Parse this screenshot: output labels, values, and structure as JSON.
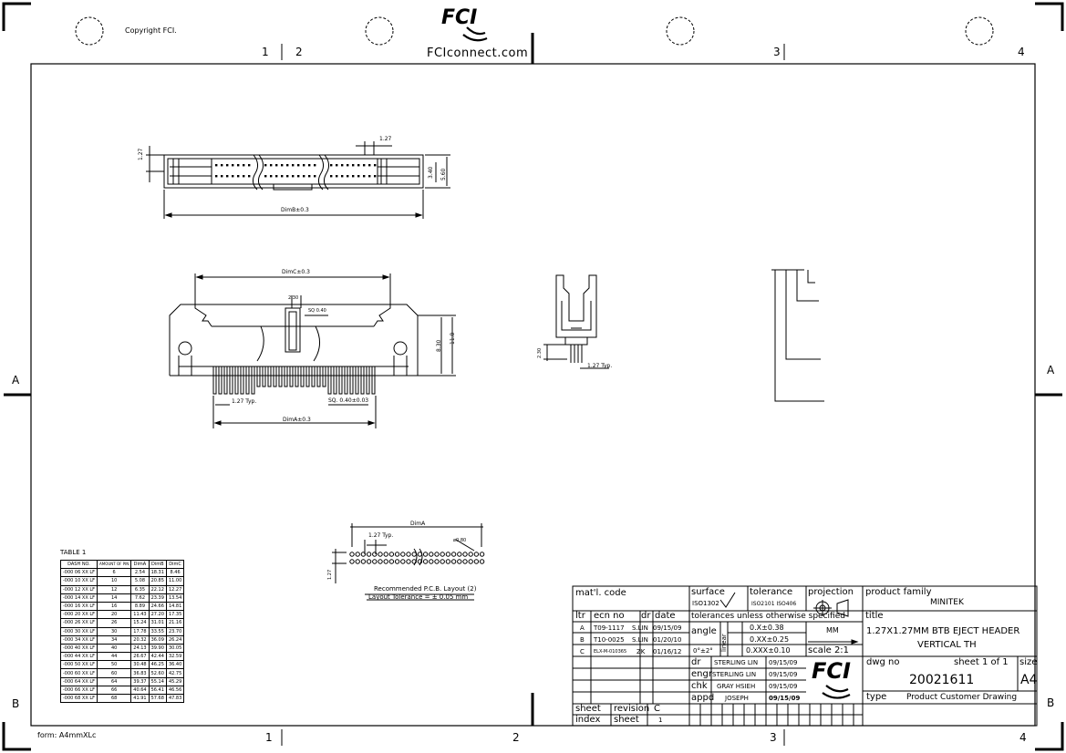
{
  "header": {
    "copyright": "Copyright FCI.",
    "logo_text": "FCI",
    "website": "FCIconnect.com",
    "zone_top": [
      "1",
      "2",
      "3",
      "4"
    ],
    "zone_side_left": [
      "A",
      "B"
    ],
    "zone_side_right": [
      "A",
      "B"
    ],
    "zone_bottom": [
      "1",
      "2",
      "3",
      "4"
    ],
    "form_label": "form: A4mmXLc"
  },
  "top_view": {
    "pitch_left": "1.27",
    "pitch_top": "1.27",
    "dim_b": "DimB±0.3",
    "h1": "3.40",
    "h2": "5.60"
  },
  "side_view": {
    "dim_c": "DimC±0.3",
    "w230": "2.30",
    "sq040": "SQ 0.40",
    "h830": "8.30",
    "h118": "11.8",
    "pitch_typ": "1.27 Typ.",
    "sq_tail": "SQ. 0.40±0.03",
    "dim_a": "DimA±0.3"
  },
  "end_view": {
    "h230": "2.30",
    "pitch_typ": "1.27 Typ."
  },
  "pcb_layout": {
    "dim_a": "DimA",
    "pitch_typ": "1.27 Typ.",
    "hole": "ø0.80",
    "pitch_side": "1.27",
    "title": "Recommended P.C.B. Layout (2)",
    "tolerance": "Layout Tolerance = ± 0.05 mm"
  },
  "table1": {
    "title": "TABLE 1",
    "headers": [
      "DASH NO.",
      "AMOUNT OF PIN",
      "DimA",
      "DimB",
      "DimC"
    ],
    "rows": [
      [
        "-000 06 XX LF",
        "6",
        "2.54",
        "18.31",
        "8.46"
      ],
      [
        "-000 10 XX LF",
        "10",
        "5.08",
        "20.85",
        "11.00"
      ],
      [
        "-000 12 XX LF",
        "12",
        "6.35",
        "22.12",
        "12.27"
      ],
      [
        "-000 14 XX LF",
        "14",
        "7.62",
        "23.39",
        "13.54"
      ],
      [
        "-000 16 XX LF",
        "16",
        "8.89",
        "24.66",
        "14.81"
      ],
      [
        "-000 20 XX LF",
        "20",
        "11.43",
        "27.20",
        "17.35"
      ],
      [
        "-000 26 XX LF",
        "26",
        "15.24",
        "31.01",
        "21.16"
      ],
      [
        "-000 30 XX LF",
        "30",
        "17.78",
        "33.55",
        "23.70"
      ],
      [
        "-000 34 XX LF",
        "34",
        "20.32",
        "36.09",
        "26.24"
      ],
      [
        "-000 40 XX LF",
        "40",
        "24.13",
        "39.90",
        "30.05"
      ],
      [
        "-000 44 XX LF",
        "44",
        "26.67",
        "42.44",
        "32.59"
      ],
      [
        "-000 50 XX LF",
        "50",
        "30.48",
        "46.25",
        "36.40"
      ],
      [
        "-000 60 XX LF",
        "60",
        "36.83",
        "52.60",
        "42.75"
      ],
      [
        "-000 64 XX LF",
        "64",
        "39.37",
        "55.14",
        "45.29"
      ],
      [
        "-000 66 XX LF",
        "66",
        "40.64",
        "56.41",
        "46.56"
      ],
      [
        "-000 68 XX LF",
        "68",
        "41.91",
        "57.68",
        "47.83"
      ]
    ]
  },
  "title_block": {
    "matl_code": "mat'l. code",
    "surface": "surface",
    "surface_std": "ISO1302",
    "tolerance": "tolerance",
    "tol_std": "ISO2101 ISO406",
    "projection": "projection",
    "product_family_label": "product family",
    "product_family": "MINITEK",
    "col_ltr": "ltr",
    "col_ecn": "ecn no",
    "col_dr": "dr",
    "col_date": "date",
    "tolerances_note": "tolerances unless otherwise specified",
    "title_label": "title",
    "revisions": [
      {
        "ltr": "A",
        "ecn": "T09-1117",
        "dr": "S.LIN",
        "date": "09/15/09"
      },
      {
        "ltr": "B",
        "ecn": "T10-0025",
        "dr": "S.LIN",
        "date": "01/20/10"
      },
      {
        "ltr": "C",
        "ecn": "ELX-M-010365",
        "dr": "ZK",
        "date": "01/16/12"
      }
    ],
    "angle_label": "angle",
    "angle_value": "0°±2°",
    "linear_label": "linear",
    "tol_1": "0.X±0.38",
    "tol_2": "0.XX±0.25",
    "tol_3": "0.XXX±0.10",
    "unit": "MM",
    "scale": "scale 2:1",
    "title_line1": "1.27X1.27MM BTB EJECT HEADER",
    "title_line2": "VERTICAL TH",
    "dr_label": "dr",
    "dr_name": "STERLING LIN",
    "dr_date": "09/15/09",
    "engr_label": "engr",
    "engr_name": "STERLING LIN",
    "engr_date": "09/15/09",
    "chk_label": "chk",
    "chk_name": "GRAY HSIEH",
    "chk_date": "09/15/09",
    "appd_label": "appd",
    "appd_name": "JOSEPH",
    "appd_date": "09/15/09",
    "dwg_no_label": "dwg no",
    "sheet_label": "sheet 1 of 1",
    "size_label": "size",
    "dwg_no": "20021611",
    "size": "A4",
    "type_label": "type",
    "type_value": "Product Customer Drawing",
    "sheet_index_label_1": "sheet",
    "sheet_index_label_2": "index",
    "revision_label": "revision",
    "c_label": "C",
    "sheet_word": "sheet",
    "sheet_num": "1"
  }
}
